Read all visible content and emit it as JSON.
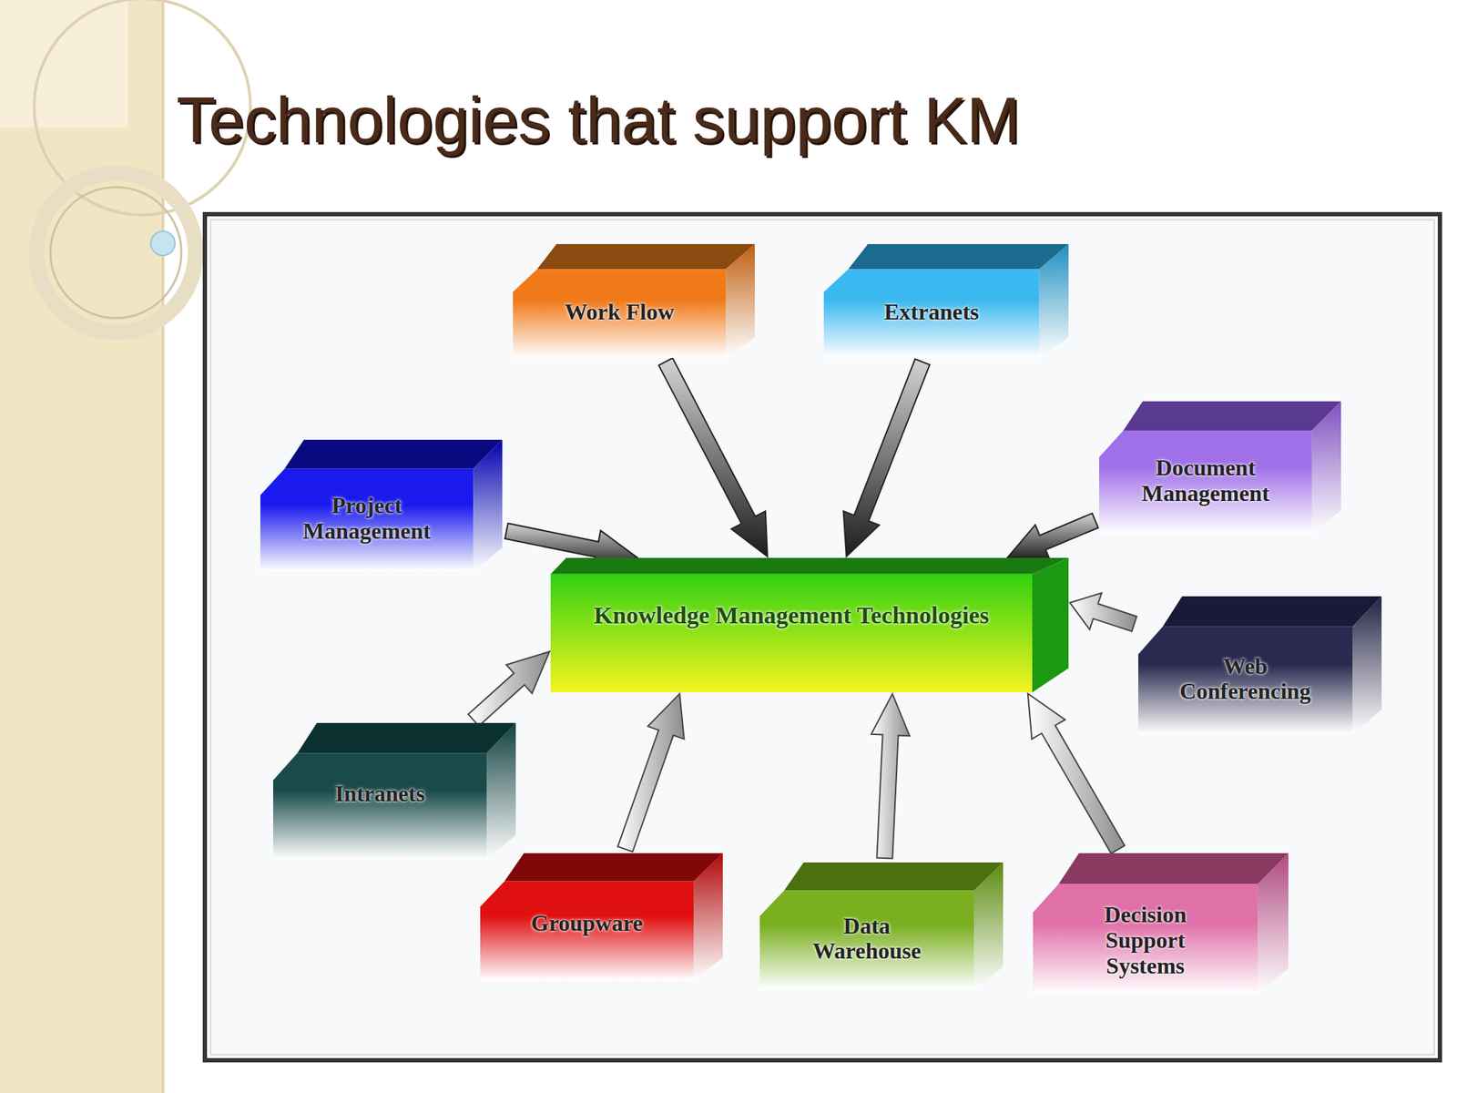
{
  "diagram": {
    "title": "Technologies that support KM",
    "nodes": [
      {
        "text": [
          "Work Flow"
        ]
      },
      {
        "text": [
          "Extranets"
        ]
      },
      {
        "text": [
          "Project Management"
        ]
      },
      {
        "text": [
          "Document Management"
        ]
      },
      {
        "text": [
          "Knowledge Management Technologies"
        ]
      },
      {
        "text": [
          "Web Conferencing"
        ]
      },
      {
        "text": [
          "Intranets"
        ]
      },
      {
        "text": [
          "Groupware"
        ]
      },
      {
        "text": [
          "Data Warehouse"
        ]
      },
      {
        "text": [
          "Decision Support Systems"
        ]
      }
    ],
    "edges": [
      {
        "from": 0,
        "to": 4,
        "arrow": "to"
      },
      {
        "from": 1,
        "to": 4,
        "arrow": "to"
      },
      {
        "from": 2,
        "to": 4,
        "arrow": "to"
      },
      {
        "from": 3,
        "to": 4,
        "arrow": "to"
      },
      {
        "from": 5,
        "to": 4,
        "arrow": "to"
      },
      {
        "from": 6,
        "to": 4,
        "arrow": "to"
      },
      {
        "from": 7,
        "to": 4,
        "arrow": "to"
      },
      {
        "from": 8,
        "to": 4,
        "arrow": "to"
      },
      {
        "from": 9,
        "to": 4,
        "arrow": "to"
      }
    ]
  }
}
